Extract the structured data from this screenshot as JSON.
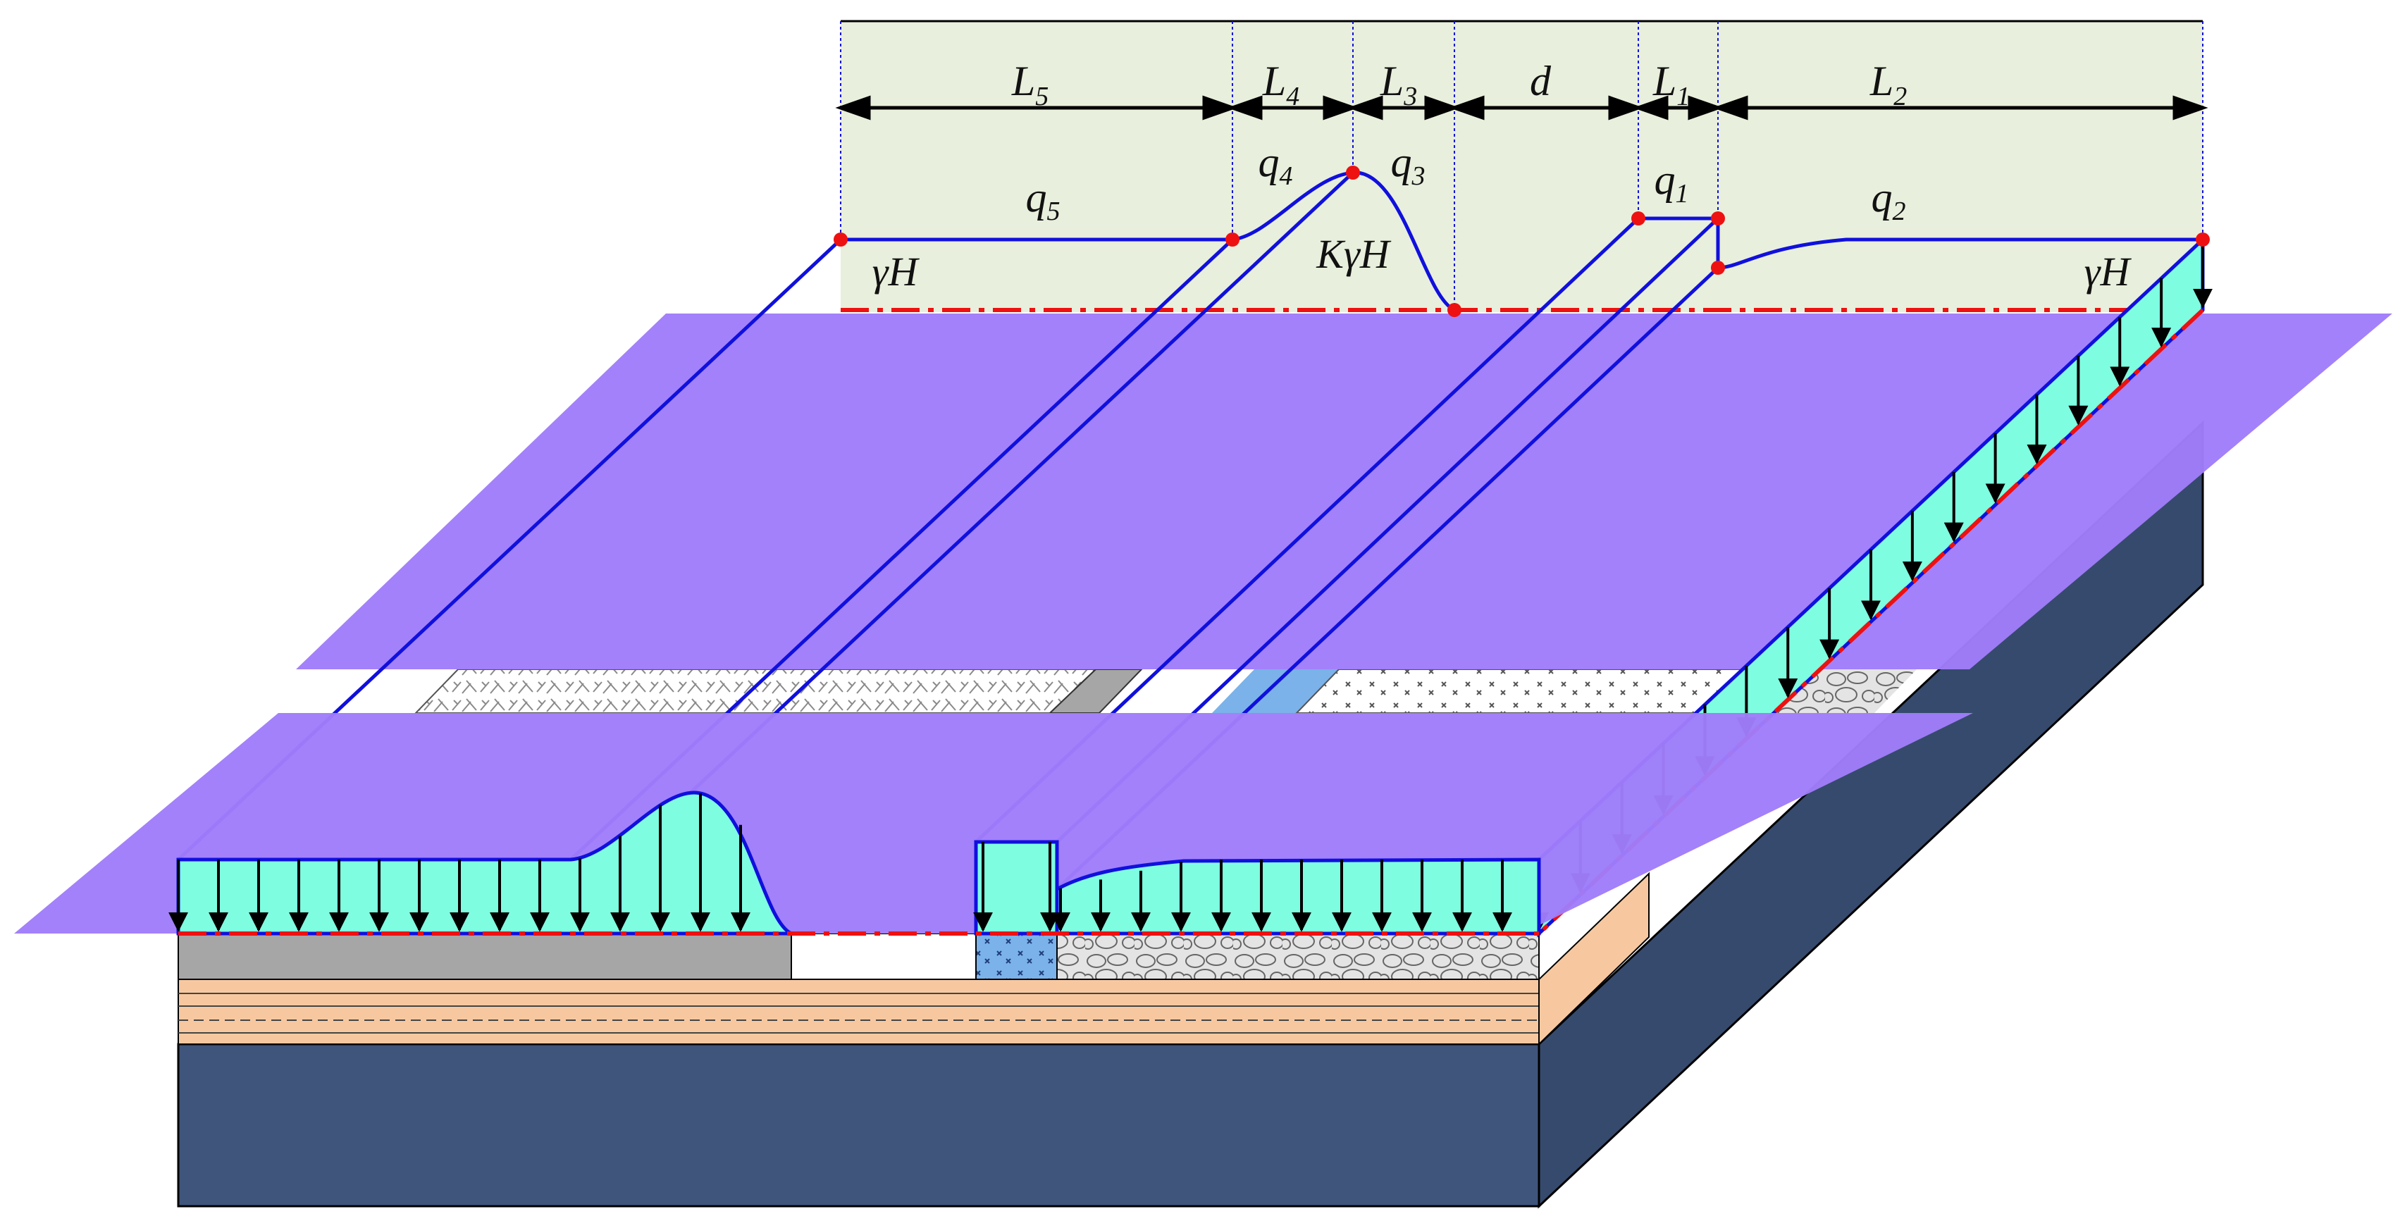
{
  "dimensions": {
    "L5": {
      "main": "L",
      "sub": "5"
    },
    "L4": {
      "main": "L",
      "sub": "4"
    },
    "L3": {
      "main": "L",
      "sub": "3"
    },
    "d": {
      "main": "d",
      "sub": ""
    },
    "L1": {
      "main": "L",
      "sub": "1"
    },
    "L2": {
      "main": "L",
      "sub": "2"
    }
  },
  "loads": {
    "q5": {
      "main": "q",
      "sub": "5"
    },
    "q4": {
      "main": "q",
      "sub": "4"
    },
    "q3": {
      "main": "q",
      "sub": "3"
    },
    "q1": {
      "main": "q",
      "sub": "1"
    },
    "q2": {
      "main": "q",
      "sub": "2"
    }
  },
  "pressure_labels": {
    "gammaH_left": "γH",
    "kgammaH": "KγH",
    "gammaH_right": "γH"
  },
  "colors": {
    "band": "#e8efdc",
    "plane": "#a07dfa",
    "load_fill": "#7ffde0",
    "outline": "#1010dd",
    "ref_line": "#ee1111",
    "node": "#ee1111",
    "base_front": "#3f557c",
    "base_side": "#364a6d",
    "strata": "#f7c8a0",
    "roof_rock": "#a6a6a6",
    "filling": "#7bb2ea",
    "gravel": "#e4e4e4"
  }
}
